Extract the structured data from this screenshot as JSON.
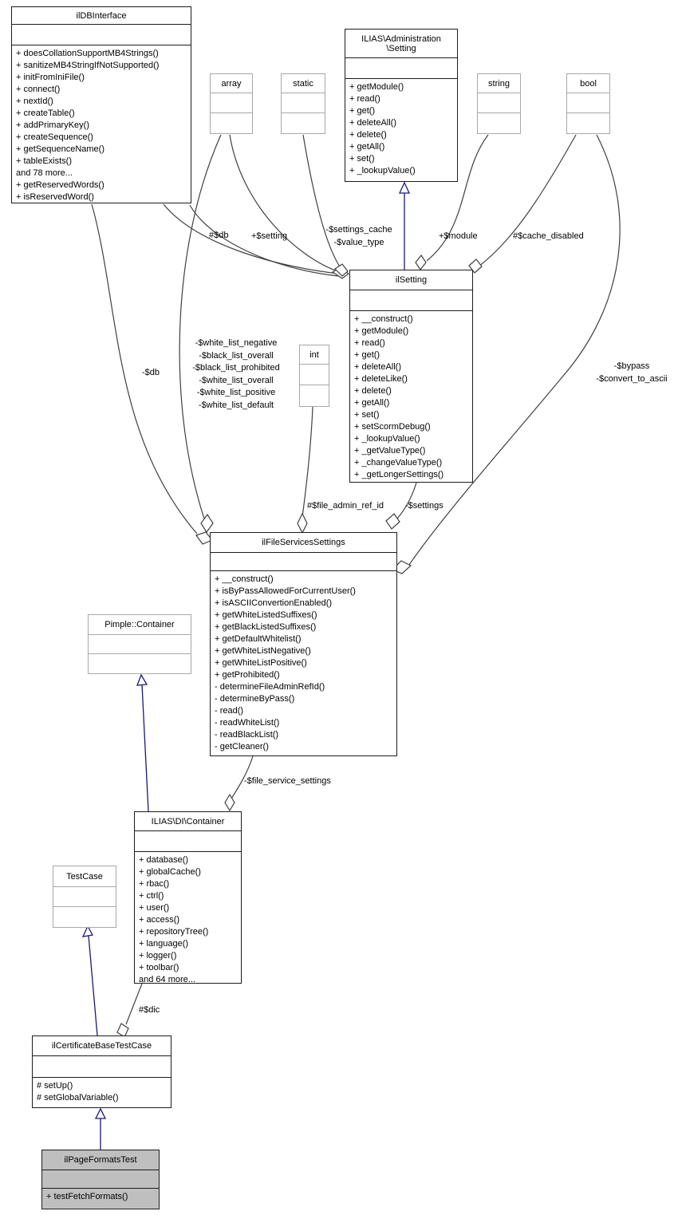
{
  "classes": {
    "ildbinterface": {
      "title": "ilDBInterface",
      "methods": [
        "+ doesCollationSupportMB4Strings()",
        "+ sanitizeMB4StringIfNotSupported()",
        "+ initFromIniFile()",
        "+ connect()",
        "+ nextId()",
        "+ createTable()",
        "+ addPrimaryKey()",
        "+ createSequence()",
        "+ getSequenceName()",
        "+ tableExists()",
        "and 78 more...",
        "+ getReservedWords()",
        "+ isReservedWord()"
      ]
    },
    "admin_setting": {
      "title_line1": "ILIAS\\Administration",
      "title_line2": "\\Setting",
      "methods": [
        "+ getModule()",
        "+ read()",
        "+ get()",
        "+ deleteAll()",
        "+ delete()",
        "+ getAll()",
        "+ set()",
        "+ _lookupValue()"
      ]
    },
    "array_type": {
      "title": "array"
    },
    "static_type": {
      "title": "static"
    },
    "string_type": {
      "title": "string"
    },
    "bool_type": {
      "title": "bool"
    },
    "int_type": {
      "title": "int"
    },
    "ilsetting": {
      "title": "ilSetting",
      "methods": [
        "+ __construct()",
        "+ getModule()",
        "+ read()",
        "+ get()",
        "+ deleteAll()",
        "+ deleteLike()",
        "+ delete()",
        "+ getAll()",
        "+ set()",
        "+ setScormDebug()",
        "+ _lookupValue()",
        "+ _getValueType()",
        "+ _changeValueType()",
        "+ _getLongerSettings()"
      ]
    },
    "ilfileservicessettings": {
      "title": "ilFileServicesSettings",
      "methods": [
        "+ __construct()",
        "+ isByPassAllowedForCurrentUser()",
        "+ isASCIIConvertionEnabled()",
        "+ getWhiteListedSuffixes()",
        "+ getBlackListedSuffixes()",
        "+ getDefaultWhitelist()",
        "+ getWhiteListNegative()",
        "+ getWhiteListPositive()",
        "+ getProhibited()",
        "- determineFileAdminRefId()",
        "- determineByPass()",
        "- read()",
        "- readWhiteList()",
        "- readBlackList()",
        "- getCleaner()"
      ]
    },
    "pimple_container": {
      "title": "Pimple::Container"
    },
    "di_container": {
      "title": "ILIAS\\DI\\Container",
      "methods": [
        "+ database()",
        "+ globalCache()",
        "+ rbac()",
        "+ ctrl()",
        "+ user()",
        "+ access()",
        "+ repositoryTree()",
        "+ language()",
        "+ logger()",
        "+ toolbar()",
        "and 64 more..."
      ]
    },
    "testcase": {
      "title": "TestCase"
    },
    "ilcertificatebasetestcase": {
      "title": "ilCertificateBaseTestCase",
      "methods": [
        "# setUp()",
        "# setGlobalVariable()"
      ]
    },
    "ilpageformatstest": {
      "title": "ilPageFormatsTest",
      "methods": [
        "+ testFetchFormats()"
      ]
    }
  },
  "edge_labels": {
    "db_setting": "#$db",
    "setting_member": "+$setting",
    "cache_members": [
      "-$settings_cache",
      "-$value_type"
    ],
    "module": "+$module",
    "cache_disabled": "#$cache_disabled",
    "db_fss": "-$db",
    "white_lists": [
      "-$white_list_negative",
      "-$black_list_overall",
      "-$black_list_prohibited",
      "-$white_list_overall",
      "-$white_list_positive",
      "-$white_list_default"
    ],
    "bypass_members": [
      "-$bypass",
      "-$convert_to_ascii"
    ],
    "file_admin_ref_id": "#$file_admin_ref_id",
    "settings": "-$settings",
    "file_service_settings": "-$file_service_settings",
    "dic": "#$dic"
  },
  "colors": {
    "edge": "#404040",
    "inheritance": "#191970",
    "highlight_fill": "#bfbfbf",
    "type_border": "#a8a8a8",
    "class_border": "#1c1c1c"
  }
}
